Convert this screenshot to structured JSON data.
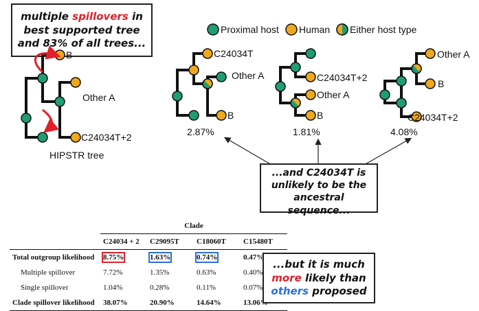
{
  "callout_top": {
    "part1": "multiple ",
    "highlight": "spillovers",
    "part2": " in best supported tree and 83% of all trees..."
  },
  "legend": {
    "proximal": "Proximal host",
    "human": "Human",
    "either": "Either host type"
  },
  "colors": {
    "proximal": "#1e9e72",
    "human": "#f0a81c",
    "red_accent": "#e0202a",
    "blue_accent": "#2a6fdb"
  },
  "hipstr": {
    "tip_b": "B",
    "tip_other_a": "Other A",
    "tip_c24034": "C24034T+2",
    "caption": "HIPSTR tree"
  },
  "trees": [
    {
      "tip1": "C24034T",
      "tip2": "Other A",
      "tip3": "B",
      "pct": "2.87%"
    },
    {
      "tip1": "C24034T+2",
      "tip2": "Other A",
      "tip3": "B",
      "pct": "1.81%"
    },
    {
      "tip1": "Other A",
      "tip2": "B",
      "tip3": "C24034T+2",
      "pct": "4.08%"
    }
  ],
  "callout_mid": "...and C24034T is unlikely to be the ancestral sequence...",
  "callout_bottom": {
    "part1": "...but it is much ",
    "more": "more",
    "part2": " likely than ",
    "others": "others",
    "part3": " proposed"
  },
  "table": {
    "group_header": "Clade",
    "columns": [
      "C24034 + 2",
      "C29095T",
      "C18060T",
      "C15480T"
    ],
    "rows": [
      {
        "label": "Total outgroup likelihood",
        "values": [
          "8.75%",
          "1.63%",
          "0.74%",
          "0.47%"
        ]
      },
      {
        "label": "Multiple spillover",
        "values": [
          "7.72%",
          "1.35%",
          "0.63%",
          "0.40%"
        ]
      },
      {
        "label": "Single spillover",
        "values": [
          "1.04%",
          "0.28%",
          "0.11%",
          "0.07%"
        ]
      },
      {
        "label": "Clade spillover likelihood",
        "values": [
          "38.07%",
          "20.90%",
          "14.64%",
          "13.06%"
        ]
      }
    ]
  }
}
